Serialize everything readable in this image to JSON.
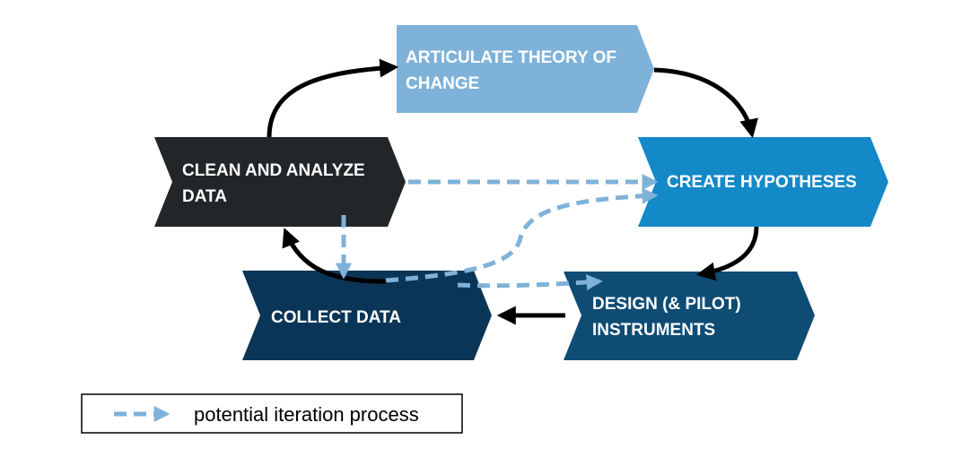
{
  "nodes": {
    "articulate": {
      "lines": [
        "ARTICULATE THEORY OF",
        "CHANGE"
      ],
      "color": "#7fb2d8"
    },
    "clean": {
      "lines": [
        "CLEAN AND ANALYZE",
        "DATA"
      ],
      "color": "#222629"
    },
    "hypotheses": {
      "lines": [
        "CREATE HYPOTHESES"
      ],
      "color": "#1489c8"
    },
    "collect": {
      "lines": [
        "COLLECT DATA"
      ],
      "color": "#0b3557"
    },
    "design": {
      "lines": [
        "DESIGN (& PILOT)",
        "INSTRUMENTS"
      ],
      "color": "#0f4c74"
    }
  },
  "colors": {
    "solid_arrow": "#000000",
    "dashed_arrow": "#7fb2d8"
  },
  "legend": {
    "label": "potential iteration process"
  }
}
